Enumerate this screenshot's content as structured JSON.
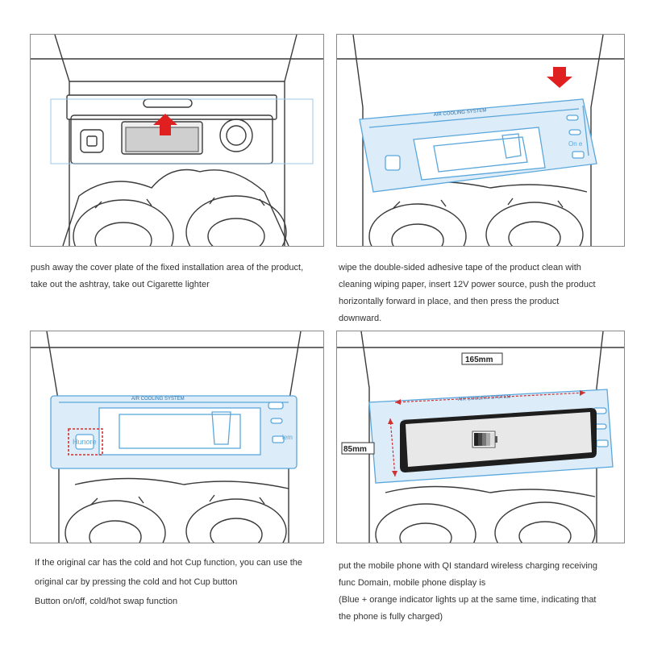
{
  "panels": [
    {
      "id": "step-1",
      "caption": [
        "push away the cover plate of the fixed installation area of the product,",
        "take out the ashtray, take out  Cigarette lighter"
      ]
    },
    {
      "id": "step-2",
      "caption": [
        "wipe the double-sided adhesive tape of the product clean with",
        "cleaning wiping paper, insert 12V power source, push the product",
        "horizontally forward in place, and then press the product",
        "downward."
      ],
      "device_header": "AIR COOLING SYSTEM",
      "side_label": "On e"
    },
    {
      "id": "step-3",
      "caption": [
        "If the original car has the cold and hot Cup function, you can use the",
        "original car by pressing the cold and hot Cup button",
        "Button on/off, cold/hot swap function"
      ],
      "device_header": "AIR COOLING SYSTEM",
      "button_label": "Hunore",
      "side_label": "lem"
    },
    {
      "id": "step-4",
      "caption": [
        "put the mobile phone with QI standard wireless charging receiving",
        "func Domain, mobile phone display is",
        "(Blue + orange indicator lights up at the same time, indicating that",
        "the phone is fully charged)"
      ],
      "device_header": "AIR COOLING SYSTEM",
      "width_label": "165mm",
      "height_label": "85mm"
    }
  ],
  "colors": {
    "line": "#3a3a3a",
    "device_blue": "#5aa7dc",
    "device_fill": "#dcecf8",
    "arrow_red": "#e02020",
    "dim_red": "#d03030",
    "phone_dark": "#1e1e1e"
  }
}
